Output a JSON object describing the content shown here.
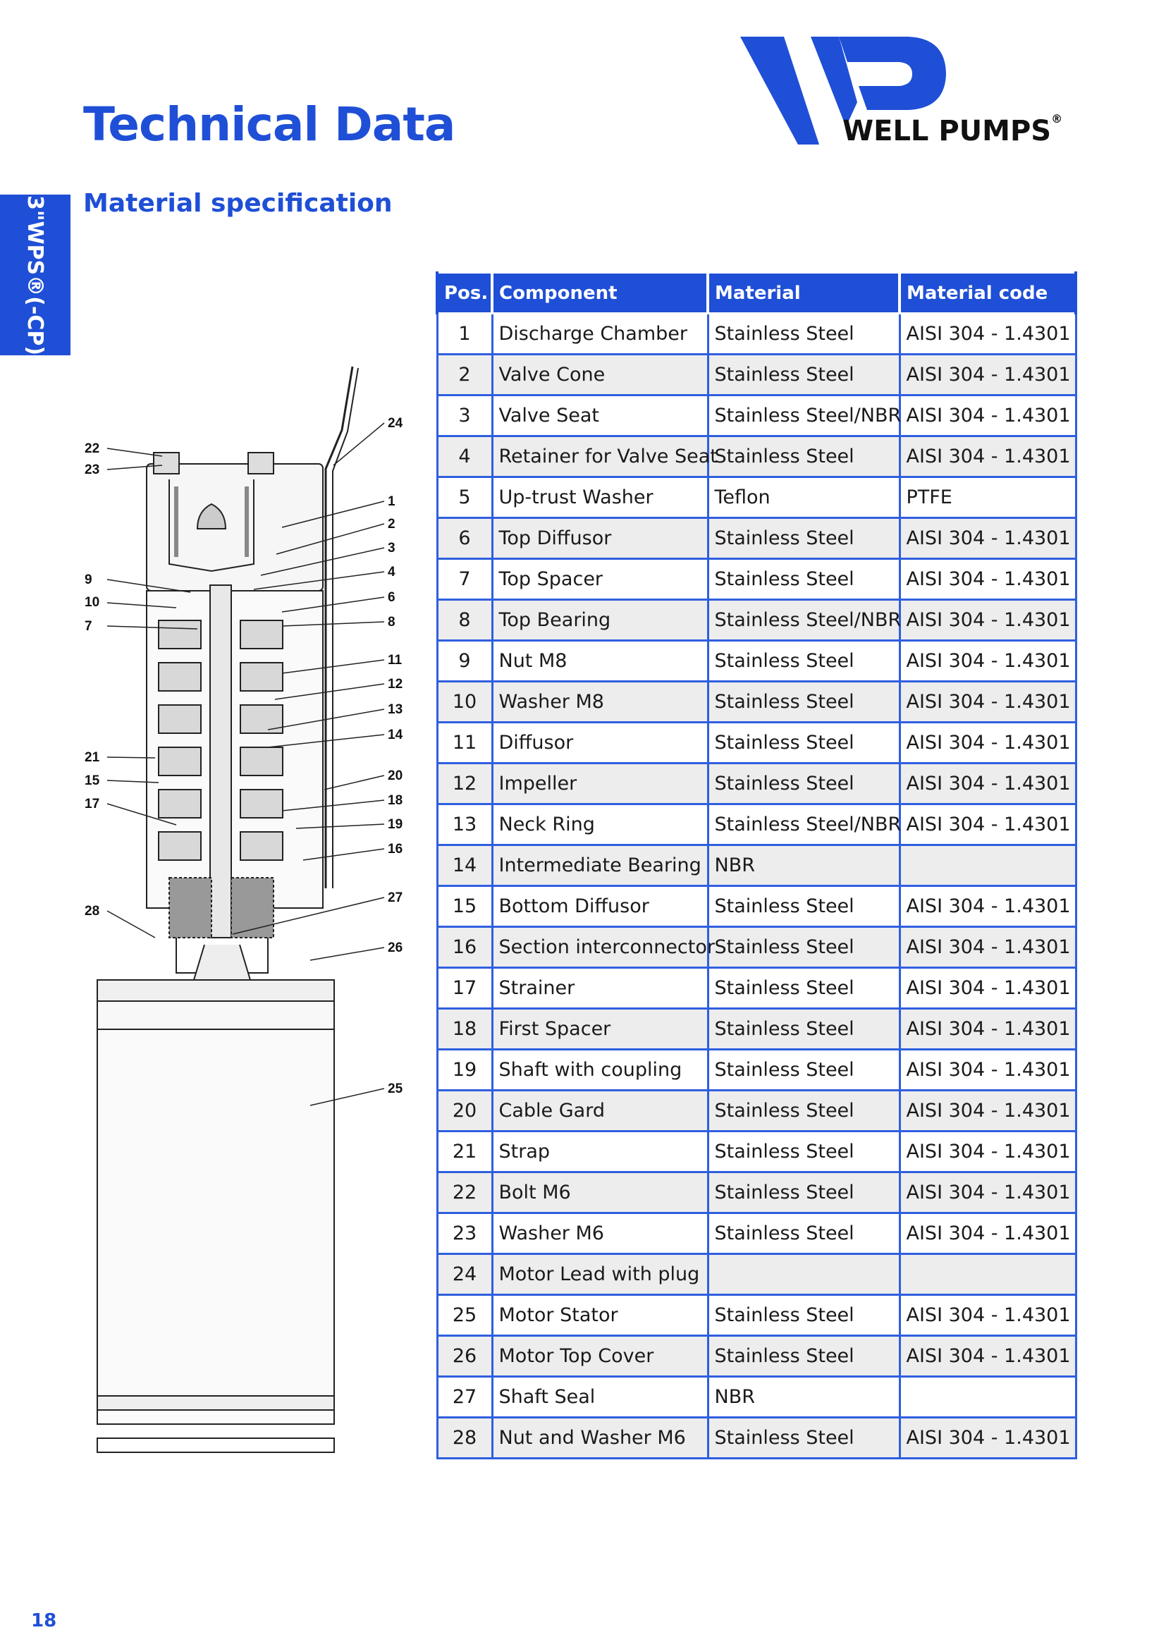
{
  "header": {
    "title": "Technical Data",
    "subtitle": "Material specification",
    "side_tab": "3\"WPS®(-CP)",
    "logo_text": "WELL PUMPS",
    "logo_reg": "®",
    "brand_color": "#1f4fd6"
  },
  "table": {
    "headers": [
      "Pos.",
      "Component",
      "Material",
      "Material code"
    ],
    "rows": [
      [
        "1",
        "Discharge Chamber",
        "Stainless Steel",
        "AISI 304 - 1.4301"
      ],
      [
        "2",
        "Valve Cone",
        "Stainless Steel",
        "AISI 304 - 1.4301"
      ],
      [
        "3",
        "Valve Seat",
        "Stainless Steel/NBR",
        "AISI 304 - 1.4301"
      ],
      [
        "4",
        "Retainer for Valve Seat",
        "Stainless Steel",
        "AISI 304 - 1.4301"
      ],
      [
        "5",
        "Up-trust Washer",
        "Teflon",
        "PTFE"
      ],
      [
        "6",
        "Top Diffusor",
        "Stainless Steel",
        "AISI 304 - 1.4301"
      ],
      [
        "7",
        "Top Spacer",
        "Stainless Steel",
        "AISI 304 - 1.4301"
      ],
      [
        "8",
        "Top Bearing",
        "Stainless Steel/NBR",
        "AISI 304 - 1.4301"
      ],
      [
        "9",
        "Nut M8",
        "Stainless Steel",
        "AISI 304 - 1.4301"
      ],
      [
        "10",
        "Washer M8",
        "Stainless Steel",
        "AISI 304 - 1.4301"
      ],
      [
        "11",
        "Diffusor",
        "Stainless Steel",
        "AISI 304 - 1.4301"
      ],
      [
        "12",
        "Impeller",
        "Stainless Steel",
        "AISI 304 - 1.4301"
      ],
      [
        "13",
        "Neck Ring",
        "Stainless Steel/NBR",
        "AISI 304 - 1.4301"
      ],
      [
        "14",
        "Intermediate Bearing",
        "NBR",
        ""
      ],
      [
        "15",
        "Bottom Diffusor",
        "Stainless Steel",
        "AISI 304 - 1.4301"
      ],
      [
        "16",
        "Section interconnector",
        "Stainless Steel",
        "AISI 304 - 1.4301"
      ],
      [
        "17",
        "Strainer",
        "Stainless Steel",
        "AISI 304 - 1.4301"
      ],
      [
        "18",
        "First Spacer",
        "Stainless Steel",
        "AISI 304 - 1.4301"
      ],
      [
        "19",
        "Shaft with coupling",
        "Stainless Steel",
        "AISI 304 - 1.4301"
      ],
      [
        "20",
        "Cable Gard",
        "Stainless Steel",
        "AISI 304 - 1.4301"
      ],
      [
        "21",
        "Strap",
        "Stainless Steel",
        "AISI 304 - 1.4301"
      ],
      [
        "22",
        "Bolt M6",
        "Stainless Steel",
        "AISI 304 - 1.4301"
      ],
      [
        "23",
        "Washer M6",
        "Stainless Steel",
        "AISI 304 - 1.4301"
      ],
      [
        "24",
        "Motor Lead with plug",
        "",
        ""
      ],
      [
        "25",
        "Motor Stator",
        "Stainless Steel",
        "AISI 304 - 1.4301"
      ],
      [
        "26",
        "Motor Top Cover",
        "Stainless Steel",
        "AISI 304 - 1.4301"
      ],
      [
        "27",
        "Shaft Seal",
        "NBR",
        ""
      ],
      [
        "28",
        "Nut and Washer M6",
        "Stainless Steel",
        "AISI 304 - 1.4301"
      ]
    ]
  },
  "diagram": {
    "left_labels": [
      "22",
      "23",
      "9",
      "10",
      "7",
      "21",
      "15",
      "17",
      "28"
    ],
    "right_labels": [
      "24",
      "1",
      "2",
      "3",
      "4",
      "6",
      "8",
      "11",
      "12",
      "13",
      "14",
      "20",
      "18",
      "19",
      "16",
      "27",
      "26",
      "25"
    ]
  },
  "footer": {
    "page_number": "18"
  }
}
